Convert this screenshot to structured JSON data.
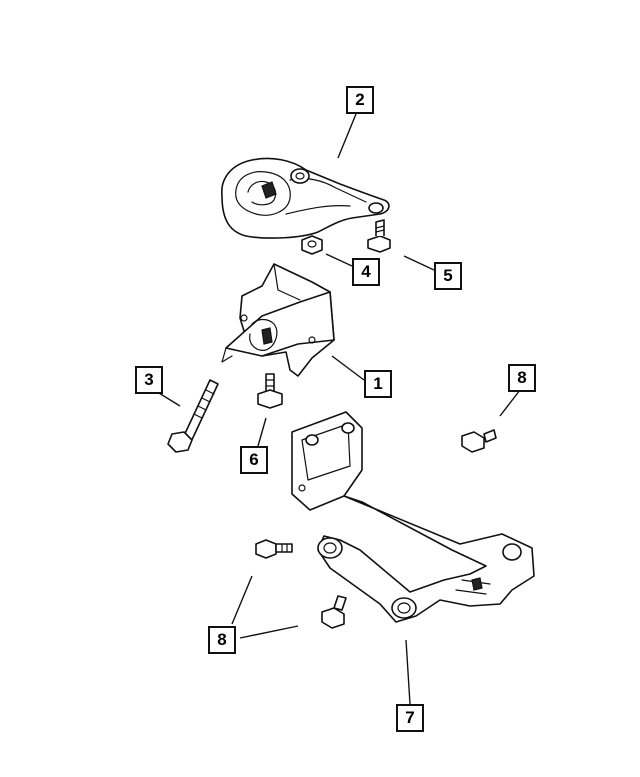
{
  "callouts": [
    {
      "id": "c2",
      "label": "2"
    },
    {
      "id": "c4",
      "label": "4"
    },
    {
      "id": "c5",
      "label": "5"
    },
    {
      "id": "c1",
      "label": "1"
    },
    {
      "id": "c3",
      "label": "3"
    },
    {
      "id": "c6",
      "label": "6"
    },
    {
      "id": "c8a",
      "label": "8"
    },
    {
      "id": "c8b",
      "label": "8"
    },
    {
      "id": "c7",
      "label": "7"
    }
  ]
}
